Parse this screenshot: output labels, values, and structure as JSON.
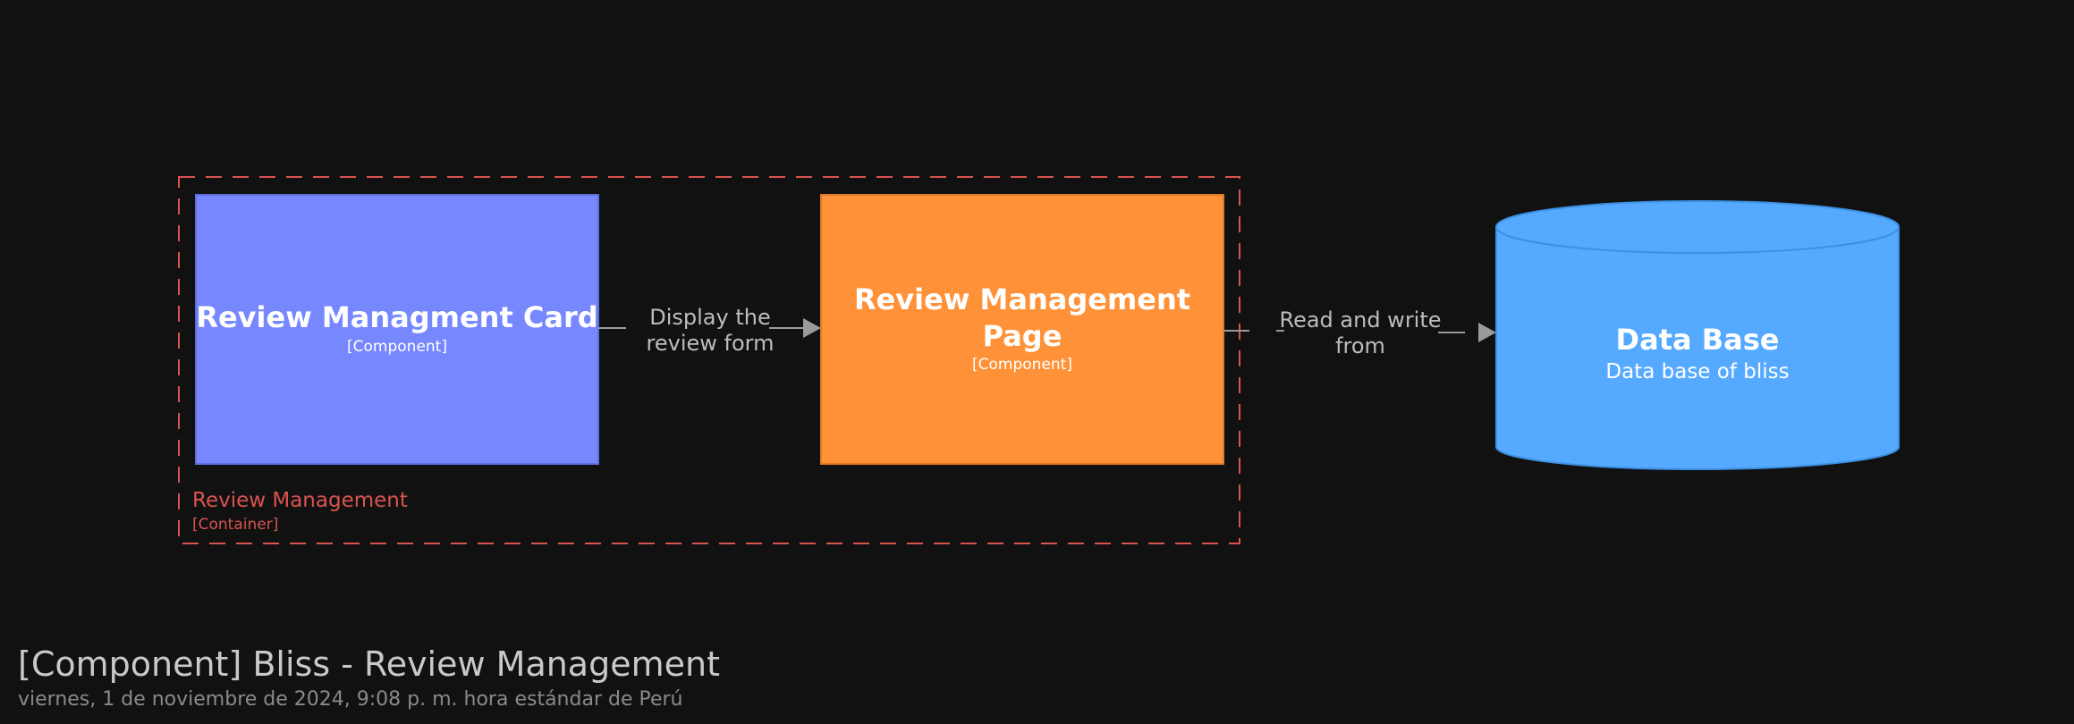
{
  "diagram": {
    "boundary": {
      "name": "Review Management",
      "type": "[Container]"
    },
    "nodes": {
      "card": {
        "title": "Review Managment Card",
        "type": "[Component]",
        "fill": "#7788ff"
      },
      "page": {
        "title_line1": "Review Management",
        "title_line2": "Page",
        "type": "[Component]",
        "fill": "#ff9239"
      },
      "db": {
        "title": "Data Base",
        "description": "Data base of bliss",
        "fill": "#55aaff"
      }
    },
    "edges": {
      "card_to_page": {
        "line1": "Display the",
        "line2": "review form"
      },
      "page_to_db": {
        "line1": "Read and write",
        "line2": "from"
      }
    },
    "colors": {
      "background": "#111111",
      "boundary": "#d9534f",
      "edge": "#9a9a9a"
    }
  },
  "footer": {
    "title": "[Component] Bliss - Review Management",
    "date": "viernes, 1 de noviembre de 2024, 9:08 p. m. hora estándar de Perú"
  }
}
